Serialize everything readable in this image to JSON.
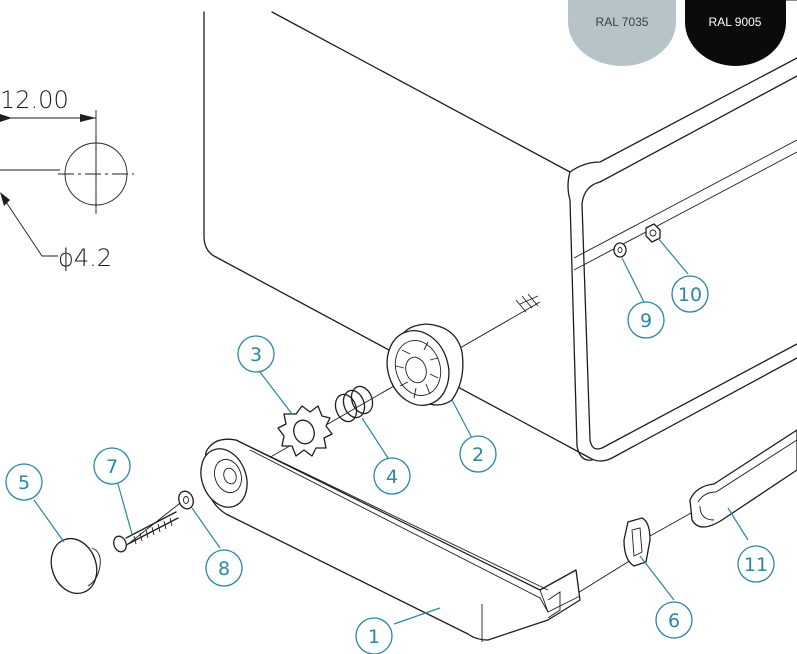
{
  "dimension": {
    "length_label": "12.00",
    "diameter_label": "ϕ4.2"
  },
  "swatches": [
    {
      "label": "RAL 7035",
      "fill": "#b6c3c9",
      "text_color": "#33414a"
    },
    {
      "label": "RAL 9005",
      "fill": "#0b0b0b",
      "text_color": "#ffffff"
    }
  ],
  "callouts": [
    "1",
    "2",
    "3",
    "4",
    "5",
    "6",
    "7",
    "8",
    "9",
    "10",
    "11"
  ],
  "colors": {
    "callout": "#2a86a6",
    "line": "#1e1e1e"
  }
}
